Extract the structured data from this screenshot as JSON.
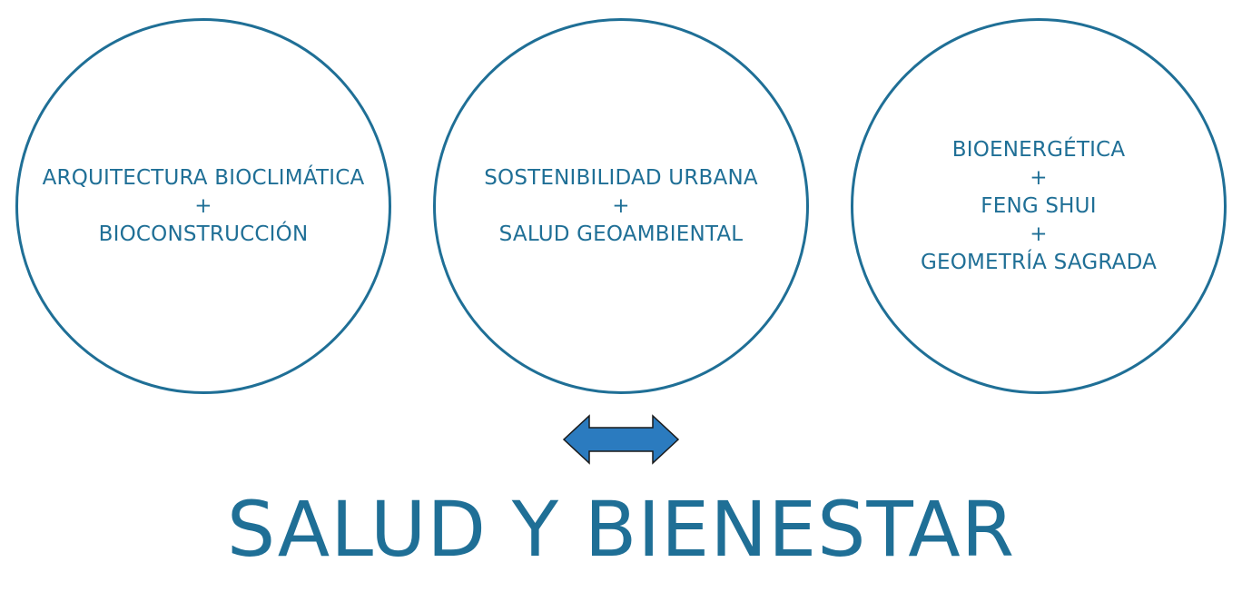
{
  "colors": {
    "primary": "#1f6f96",
    "arrow_fill": "#2b7bbf",
    "arrow_stroke": "#1a1a1a",
    "background": "#ffffff"
  },
  "circles": [
    {
      "lines": [
        "ARQUITECTURA BIOCLIMÁTICA",
        "+",
        "BIOCONSTRUCCIÓN"
      ]
    },
    {
      "lines": [
        "SOSTENIBILIDAD URBANA",
        "+",
        "SALUD GEOAMBIENTAL"
      ]
    },
    {
      "lines": [
        "BIOENERGÉTICA",
        "+",
        "FENG SHUI",
        "+",
        "GEOMETRÍA SAGRADA"
      ]
    }
  ],
  "arrow": {
    "icon": "double-headed-arrow-icon"
  },
  "title": "SALUD Y BIENESTAR"
}
